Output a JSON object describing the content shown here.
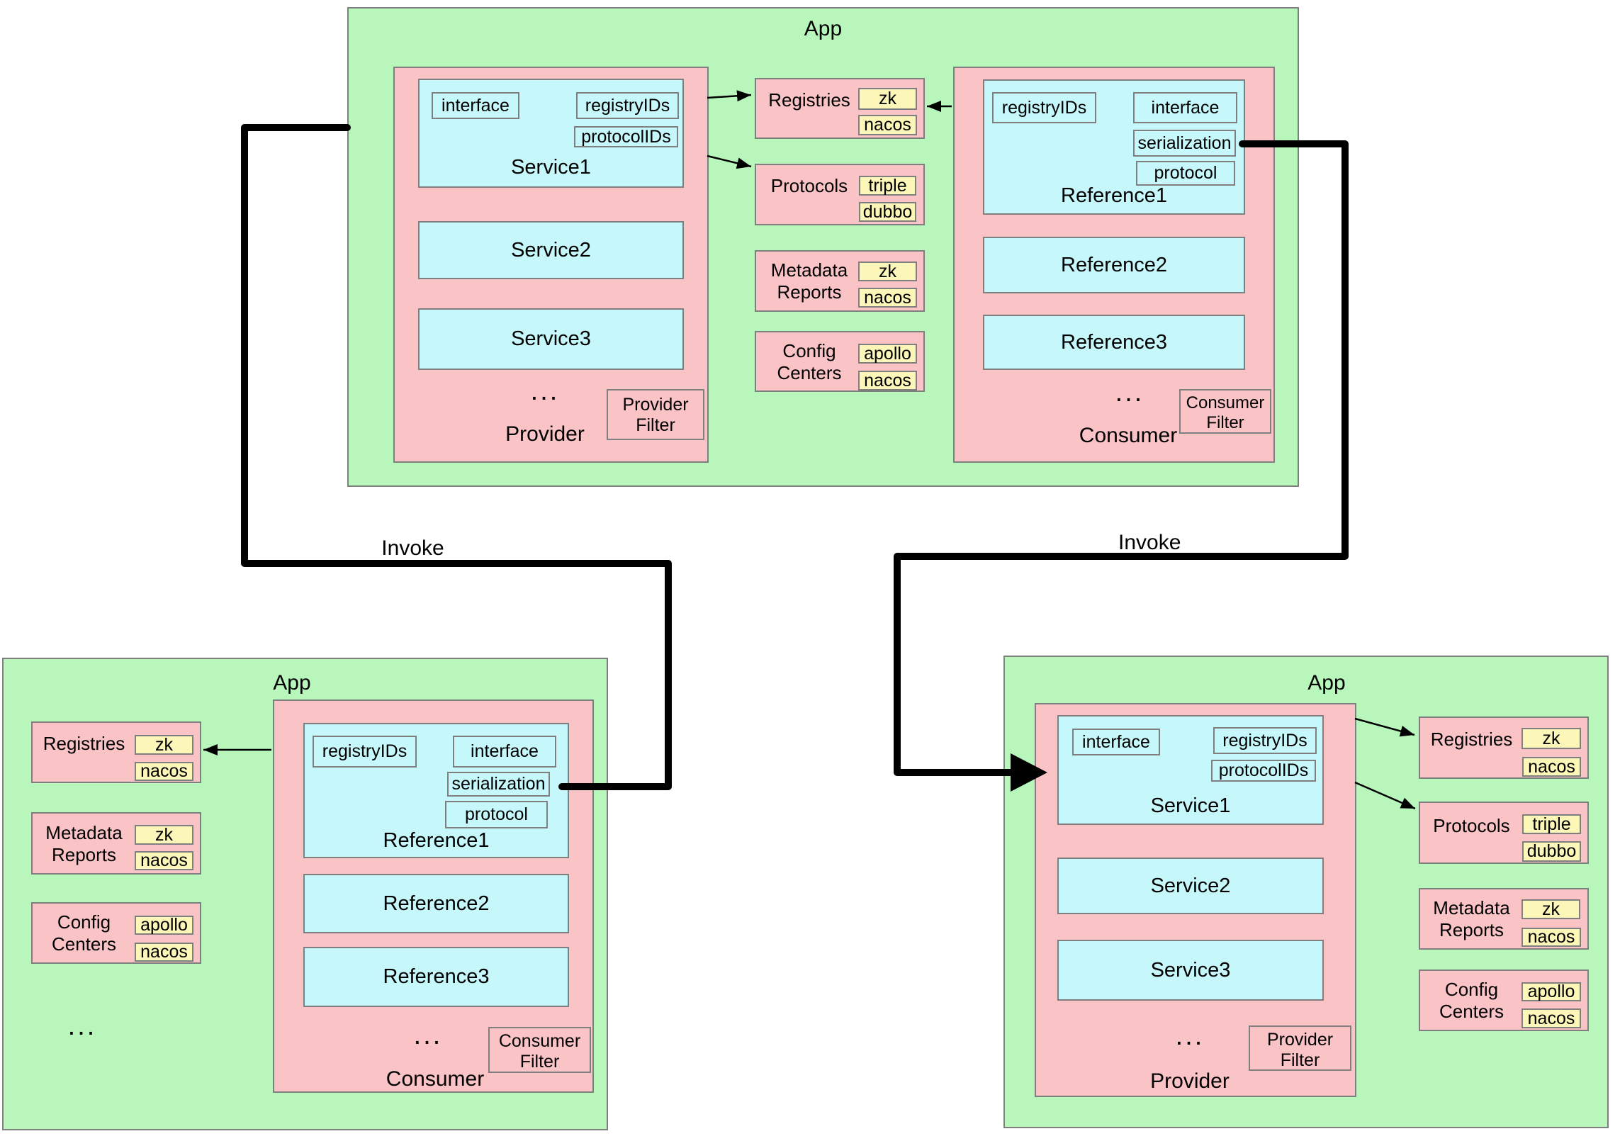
{
  "colors": {
    "app_green": "#b9f6bc",
    "component_pink": "#fac3c6",
    "service_cyan": "#c6f7fa",
    "tag_yellow": "#fcf7b9",
    "border_gray": "#7f7f7f",
    "line_black": "#000000"
  },
  "labels": {
    "invoke_left": "Invoke",
    "invoke_right": "Invoke"
  },
  "top_app": {
    "title": "App",
    "provider": {
      "title": "Provider",
      "ellipsis": "...",
      "filter_line1": "Provider",
      "filter_line2": "Filter",
      "service1": {
        "label": "Service1",
        "interface": "interface",
        "registry_ids": "registryIDs",
        "protocol_ids": "protocolIDs"
      },
      "service2": "Service2",
      "service3": "Service3"
    },
    "registries": {
      "title": "Registries",
      "items": [
        "zk",
        "nacos"
      ]
    },
    "protocols": {
      "title": "Protocols",
      "items": [
        "triple",
        "dubbo"
      ]
    },
    "metadata_reports": {
      "title_line1": "Metadata",
      "title_line2": "Reports",
      "items": [
        "zk",
        "nacos"
      ]
    },
    "config_centers": {
      "title_line1": "Config",
      "title_line2": "Centers",
      "items": [
        "apollo",
        "nacos"
      ]
    },
    "consumer": {
      "title": "Consumer",
      "ellipsis": "...",
      "filter_line1": "Consumer",
      "filter_line2": "Filter",
      "reference1": {
        "label": "Reference1",
        "registry_ids": "registryIDs",
        "interface": "interface",
        "serialization": "serialization",
        "protocol": "protocol"
      },
      "reference2": "Reference2",
      "reference3": "Reference3"
    }
  },
  "bottom_left_app": {
    "title": "App",
    "registries": {
      "title": "Registries",
      "items": [
        "zk",
        "nacos"
      ]
    },
    "metadata_reports": {
      "title_line1": "Metadata",
      "title_line2": "Reports",
      "items": [
        "zk",
        "nacos"
      ]
    },
    "config_centers": {
      "title_line1": "Config",
      "title_line2": "Centers",
      "items": [
        "apollo",
        "nacos"
      ]
    },
    "ellipsis": "...",
    "consumer": {
      "title": "Consumer",
      "ellipsis": "...",
      "filter_line1": "Consumer",
      "filter_line2": "Filter",
      "reference1": {
        "label": "Reference1",
        "registry_ids": "registryIDs",
        "interface": "interface",
        "serialization": "serialization",
        "protocol": "protocol"
      },
      "reference2": "Reference2",
      "reference3": "Reference3"
    }
  },
  "bottom_right_app": {
    "title": "App",
    "provider": {
      "title": "Provider",
      "ellipsis": "...",
      "filter_line1": "Provider",
      "filter_line2": "Filter",
      "service1": {
        "label": "Service1",
        "interface": "interface",
        "registry_ids": "registryIDs",
        "protocol_ids": "protocolIDs"
      },
      "service2": "Service2",
      "service3": "Service3"
    },
    "registries": {
      "title": "Registries",
      "items": [
        "zk",
        "nacos"
      ]
    },
    "protocols": {
      "title": "Protocols",
      "items": [
        "triple",
        "dubbo"
      ]
    },
    "metadata_reports": {
      "title_line1": "Metadata",
      "title_line2": "Reports",
      "items": [
        "zk",
        "nacos"
      ]
    },
    "config_centers": {
      "title_line1": "Config",
      "title_line2": "Centers",
      "items": [
        "apollo",
        "nacos"
      ]
    }
  }
}
